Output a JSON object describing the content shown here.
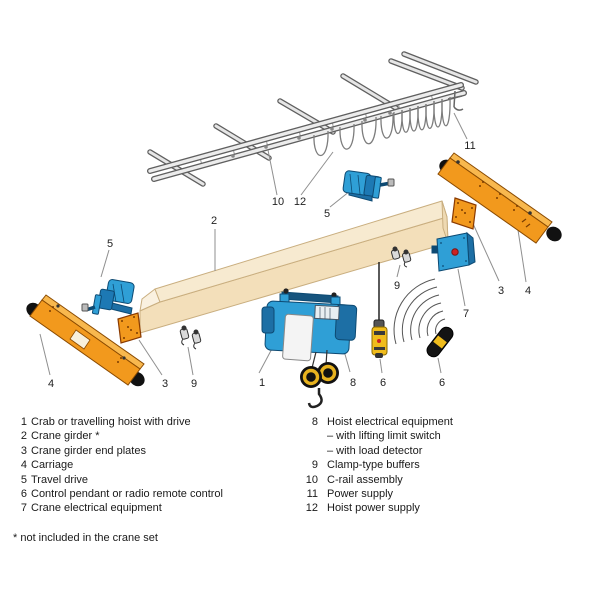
{
  "diagram": {
    "callouts": {
      "hoist": "1",
      "girder": "2",
      "end_plates": "3",
      "carriage": "4",
      "travel_drive": "5",
      "control": "6",
      "crane_electrics": "7",
      "hoist_electrics": "8",
      "buffers": "9",
      "c_rail": "10",
      "power_supply": "11",
      "hoist_power": "12"
    },
    "colors": {
      "orange": "#f2991d",
      "orange_light": "#f8b84e",
      "orange_outline": "#8a4a00",
      "blue": "#2f9fd6",
      "blue_dark": "#1d6fa5",
      "blue_outline": "#0d4a73",
      "girder_top": "#f7ead0",
      "girder_front": "#f3dfba",
      "girder_edge": "#c9ae7f",
      "rail_gray": "#ececec",
      "rail_outline": "#5f5f5f",
      "pendant_yellow": "#f0bc1c",
      "remote_black": "#141414",
      "leader_gray": "#8f8f8f"
    }
  },
  "legend": {
    "left": [
      {
        "num": "1",
        "text": "Crab or travelling hoist with drive"
      },
      {
        "num": "2",
        "text": "Crane girder *"
      },
      {
        "num": "3",
        "text": "Crane girder end plates"
      },
      {
        "num": "4",
        "text": "Carriage"
      },
      {
        "num": "5",
        "text": "Travel drive"
      },
      {
        "num": "6",
        "text": "Control pendant or radio remote control"
      },
      {
        "num": "7",
        "text": "Crane electrical equipment"
      }
    ],
    "right": [
      {
        "num": "8",
        "text": "Hoist electrical equipment"
      },
      {
        "num": "",
        "text": "– with lifting limit switch"
      },
      {
        "num": "",
        "text": "– with load detector"
      },
      {
        "num": "9",
        "text": "Clamp-type buffers"
      },
      {
        "num": "10",
        "text": "C-rail assembly"
      },
      {
        "num": "11",
        "text": "Power supply"
      },
      {
        "num": "12",
        "text": "Hoist power supply"
      }
    ],
    "footnote": "* not included in the crane set"
  }
}
